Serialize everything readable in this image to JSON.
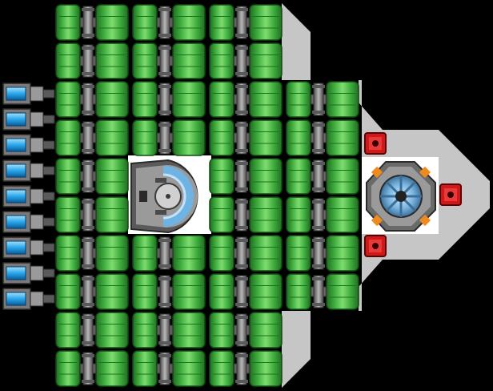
{
  "scene": {
    "name": "ship-layout-view",
    "background_color": "#000000",
    "hull_color": "#c6c6c6",
    "floor_color": "#ffffff"
  },
  "tank_grid": {
    "rows": 5,
    "cols": 4,
    "module_icon": "green-fuel-tank-with-pipe-icon",
    "tank_color": "#3fae3f",
    "pipe_color": "#8a8a8a",
    "missing_modules": [
      {
        "row": 0,
        "col": 3
      },
      {
        "row": 2,
        "col": 1
      },
      {
        "row": 4,
        "col": 3
      }
    ]
  },
  "thrusters": {
    "count": 9,
    "icon": "blue-thruster-icon",
    "glow_color": "#2aa6e8"
  },
  "cockpit": {
    "icon": "cockpit-helm-icon",
    "window_color": "#6fb3e3"
  },
  "reactor": {
    "icon": "reactor-core-icon",
    "core_color": "#7ab5e0",
    "accent_color": "#f08a1c"
  },
  "guns": {
    "count": 3,
    "icon": "red-gun-turret-icon",
    "color": "#d01818"
  }
}
